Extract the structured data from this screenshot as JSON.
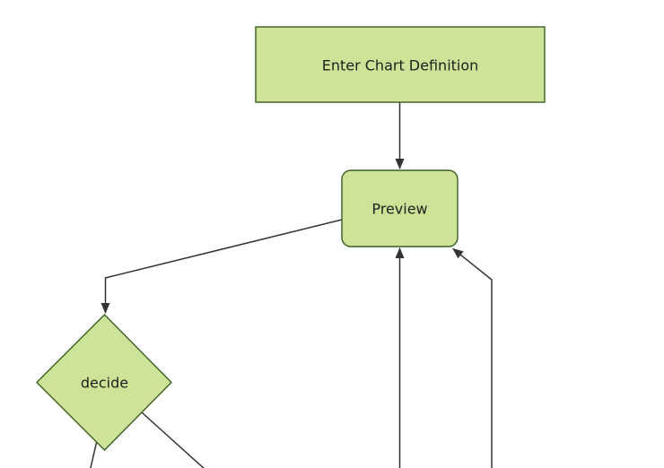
{
  "diagram": {
    "type": "flowchart",
    "direction": "top-down",
    "colors": {
      "background": "#ffffff",
      "node_fill": "#cde498",
      "node_border": "#3a5e26",
      "edge_color": "#333333",
      "text_color": "#1f1f1f"
    },
    "nodes": [
      {
        "id": "enter-chart-definition",
        "label": "Enter Chart Definition",
        "shape": "rectangle"
      },
      {
        "id": "preview",
        "label": "Preview",
        "shape": "rounded-rectangle"
      },
      {
        "id": "decide",
        "label": "decide",
        "shape": "diamond"
      }
    ],
    "edges": [
      {
        "from": "enter-chart-definition",
        "to": "preview",
        "arrow": true
      },
      {
        "from": "preview",
        "to": "decide",
        "arrow": true
      },
      {
        "from": "decide",
        "to": "offscreen-bottom-left",
        "arrow": false
      },
      {
        "from": "decide",
        "to": "offscreen-bottom-right",
        "arrow": false
      },
      {
        "from": "offscreen-bottom",
        "to": "preview",
        "arrow": true
      },
      {
        "from": "offscreen-bottom-right",
        "to": "preview",
        "arrow": true
      }
    ]
  }
}
